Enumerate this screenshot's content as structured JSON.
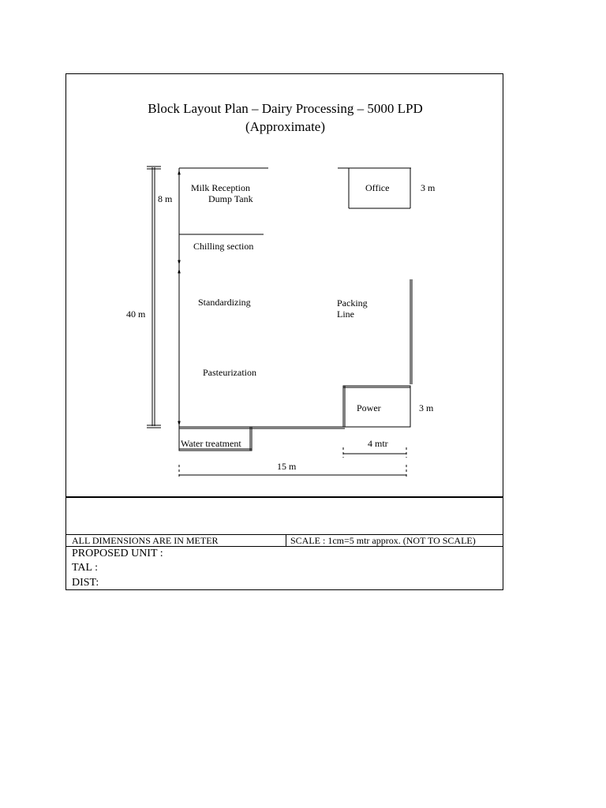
{
  "title": {
    "line1": "Block Layout Plan – Dairy Processing – 5000 LPD",
    "line2": "(Approximate)"
  },
  "rooms": {
    "milk_reception": "Milk Reception",
    "dump_tank": "Dump Tank",
    "office": "Office",
    "chilling": "Chilling section",
    "standardizing": "Standardizing",
    "packing_line_1": "Packing",
    "packing_line_2": "Line",
    "pasteurization": "Pasteurization",
    "power": "Power",
    "water_treatment": "Water treatment"
  },
  "dimensions": {
    "d8": "8  m",
    "d40": "40  m",
    "d3_office": "3 m",
    "d3_power": "3 m",
    "d4": "4 mtr",
    "d15": "15  m"
  },
  "footer": {
    "units_note": "ALL DIMENSIONS ARE IN METER",
    "scale_note": "SCALE :  1cm=5 mtr  approx. (NOT  TO SCALE)",
    "proposed_unit": "PROPOSED UNIT :",
    "tal": "TAL :",
    "dist": "DIST:"
  }
}
